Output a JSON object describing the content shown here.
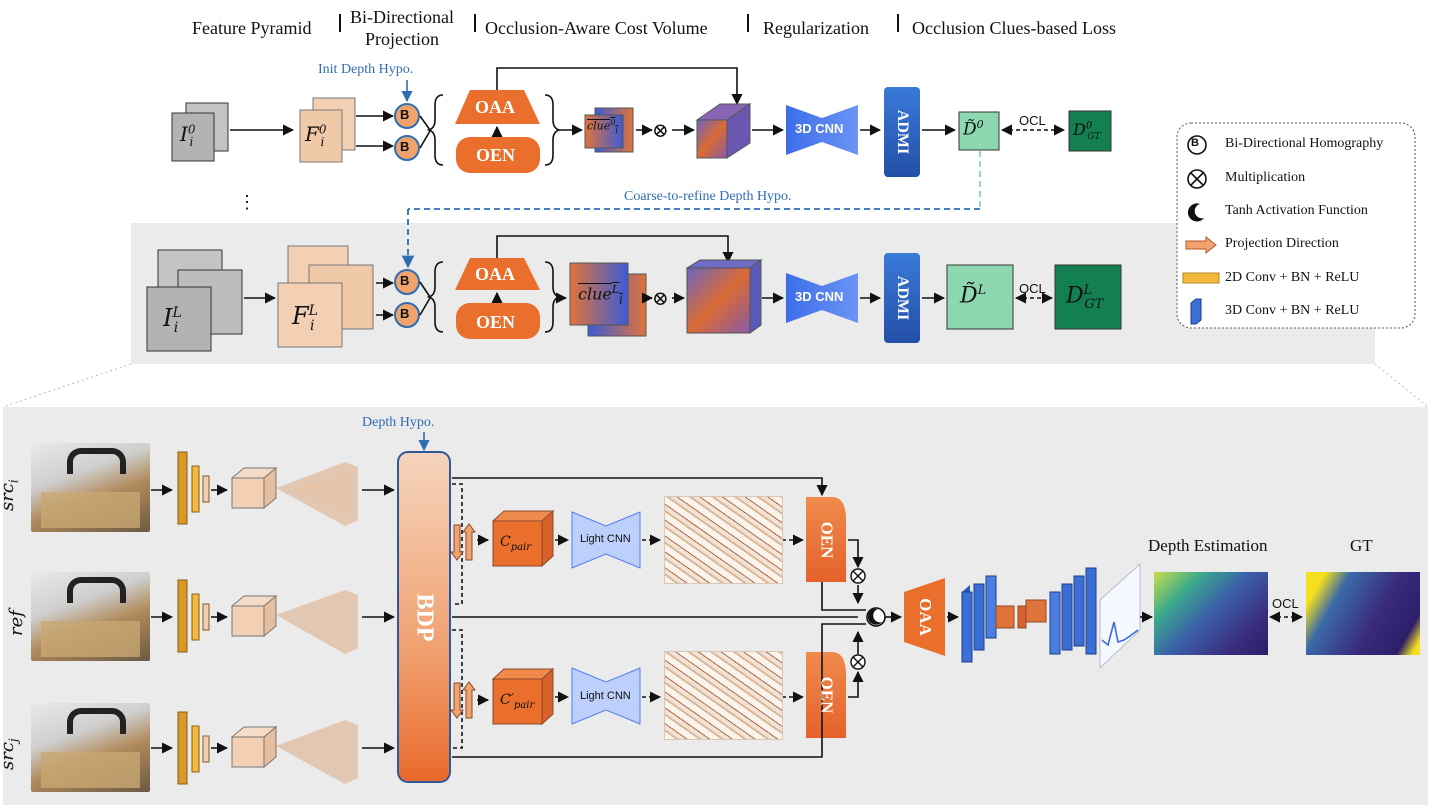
{
  "headers": [
    {
      "id": "feature-pyramid",
      "text": "Feature Pyramid"
    },
    {
      "id": "bidirectional-projection",
      "line1": "Bi-Directional",
      "line2": "Projection"
    },
    {
      "id": "cost-volume",
      "text": "Occlusion-Aware Cost Volume"
    },
    {
      "id": "regularization",
      "text": "Regularization"
    },
    {
      "id": "loss",
      "text": "Occlusion Clues-based Loss"
    }
  ],
  "top": {
    "init_depth_hypo": "Init Depth Hypo.",
    "coarse_to_refine": "Coarse-to-refine Depth Hypo.",
    "vdots": "⋮",
    "image_label": "I",
    "image_sub": "i",
    "image_sup0": "0",
    "image_supL": "L",
    "feat_label": "F",
    "b_label": "B",
    "oaa": "OAA",
    "oen": "OEN",
    "clue": "clue",
    "times": "⊗",
    "cnn3d": "3D CNN",
    "admi": "ADMI",
    "d_tilde": "D̃",
    "d_gt": "D",
    "gt_sub": "GT",
    "ocl": "OCL"
  },
  "legend": {
    "items": [
      {
        "icon": "b-circle-icon",
        "text": "Bi-Directional Homography"
      },
      {
        "icon": "multiplication-icon",
        "text": "Multiplication"
      },
      {
        "icon": "tanh-icon",
        "text": "Tanh Activation Function"
      },
      {
        "icon": "projection-arrow-icon",
        "text": "Projection Direction"
      },
      {
        "icon": "conv2d-bar-icon",
        "text": "2D Conv + BN + ReLU"
      },
      {
        "icon": "conv3d-block-icon",
        "text": "3D Conv + BN + ReLU"
      }
    ],
    "colors": {
      "conv2d": "#f2b93b",
      "conv3d": "#3b6fd6"
    }
  },
  "bottom": {
    "depth_hypo": "Depth Hypo.",
    "src_i": "src",
    "src_i_sub": "i",
    "ref": "ref",
    "src_j": "src",
    "src_j_sub": "j",
    "bdp": "BDP",
    "c_pair": "C",
    "c_pair_sub": "pair",
    "c_pair_prime": "′",
    "light_cnn": "Light CNN",
    "oen": "OEN",
    "oaa": "OAA",
    "depth_estimation": "Depth Estimation",
    "gt": "GT",
    "ocl": "OCL",
    "times": "⊗"
  },
  "colors": {
    "orange": "#ea6f2c",
    "peach": "#f3cfb3",
    "blue_cnn": "#4f7ef0",
    "admi": "#2d63c4",
    "mint": "#8ed8b1",
    "dark_green": "#148052",
    "label_blue": "#2f6db3",
    "panel_gray": "#ebebeb"
  }
}
